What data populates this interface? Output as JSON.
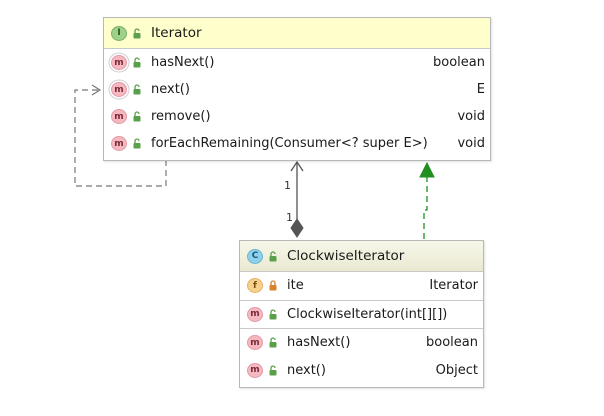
{
  "iterator": {
    "badge": "I",
    "name": "Iterator",
    "methods": [
      {
        "badge": "m",
        "name": "hasNext()",
        "type": "boolean"
      },
      {
        "badge": "m",
        "name": "next()",
        "type": "E"
      },
      {
        "badge": "m",
        "name": "remove()",
        "type": "void"
      },
      {
        "badge": "m",
        "name": "forEachRemaining(Consumer<? super E>)",
        "type": "void"
      }
    ]
  },
  "clockwise": {
    "badge": "C",
    "name": "ClockwiseIterator",
    "fields": [
      {
        "badge": "f",
        "name": "ite",
        "type": "Iterator"
      }
    ],
    "constructors": [
      {
        "badge": "m",
        "name": "ClockwiseIterator(int[][])"
      }
    ],
    "methods": [
      {
        "badge": "m",
        "name": "hasNext()",
        "type": "boolean"
      },
      {
        "badge": "m",
        "name": "next()",
        "type": "Object"
      }
    ]
  },
  "composition": {
    "source_mult": "1",
    "target_mult": "1"
  },
  "colors": {
    "interface_header": "#ffffcc",
    "realization_arrow": "#1f8f1f",
    "composition_line": "#555555",
    "visibility_public": "#5aa04a",
    "visibility_private": "#d9822b"
  },
  "icons": {
    "interface": "interface-icon",
    "class": "class-icon",
    "method": "method-icon",
    "field": "field-icon",
    "public": "unlock-icon",
    "private": "lock-icon"
  }
}
